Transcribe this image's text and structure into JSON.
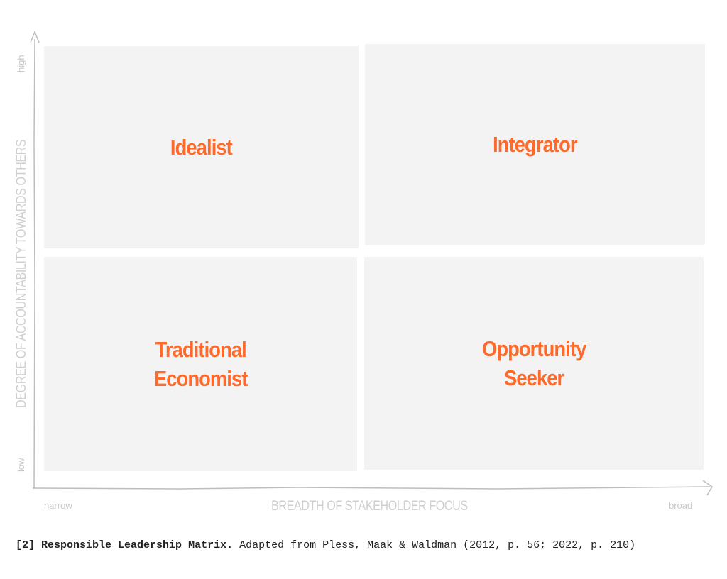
{
  "matrix": {
    "quadrants": {
      "top_left": "Idealist",
      "top_right": "Integrator",
      "bottom_left": "Traditional\nEconomist",
      "bottom_right": "Opportunity\nSeeker"
    },
    "x_axis": {
      "title": "BREADTH OF STAKEHOLDER FOCUS",
      "low": "narrow",
      "high": "broad"
    },
    "y_axis": {
      "title": "DEGREE OF ACCOUNTABILITY TOWARDS OTHERS",
      "low": "low",
      "high": "high"
    },
    "colors": {
      "label": "#ff6a2b",
      "quadrant_fill": "#f4f3f4",
      "axis": "#cccccc"
    }
  },
  "caption": {
    "number": "[2]",
    "title": "Responsible Leadership Matrix.",
    "text": "Adapted from Pless, Maak & Waldman (2012, p. 56; 2022, p. 210)"
  }
}
